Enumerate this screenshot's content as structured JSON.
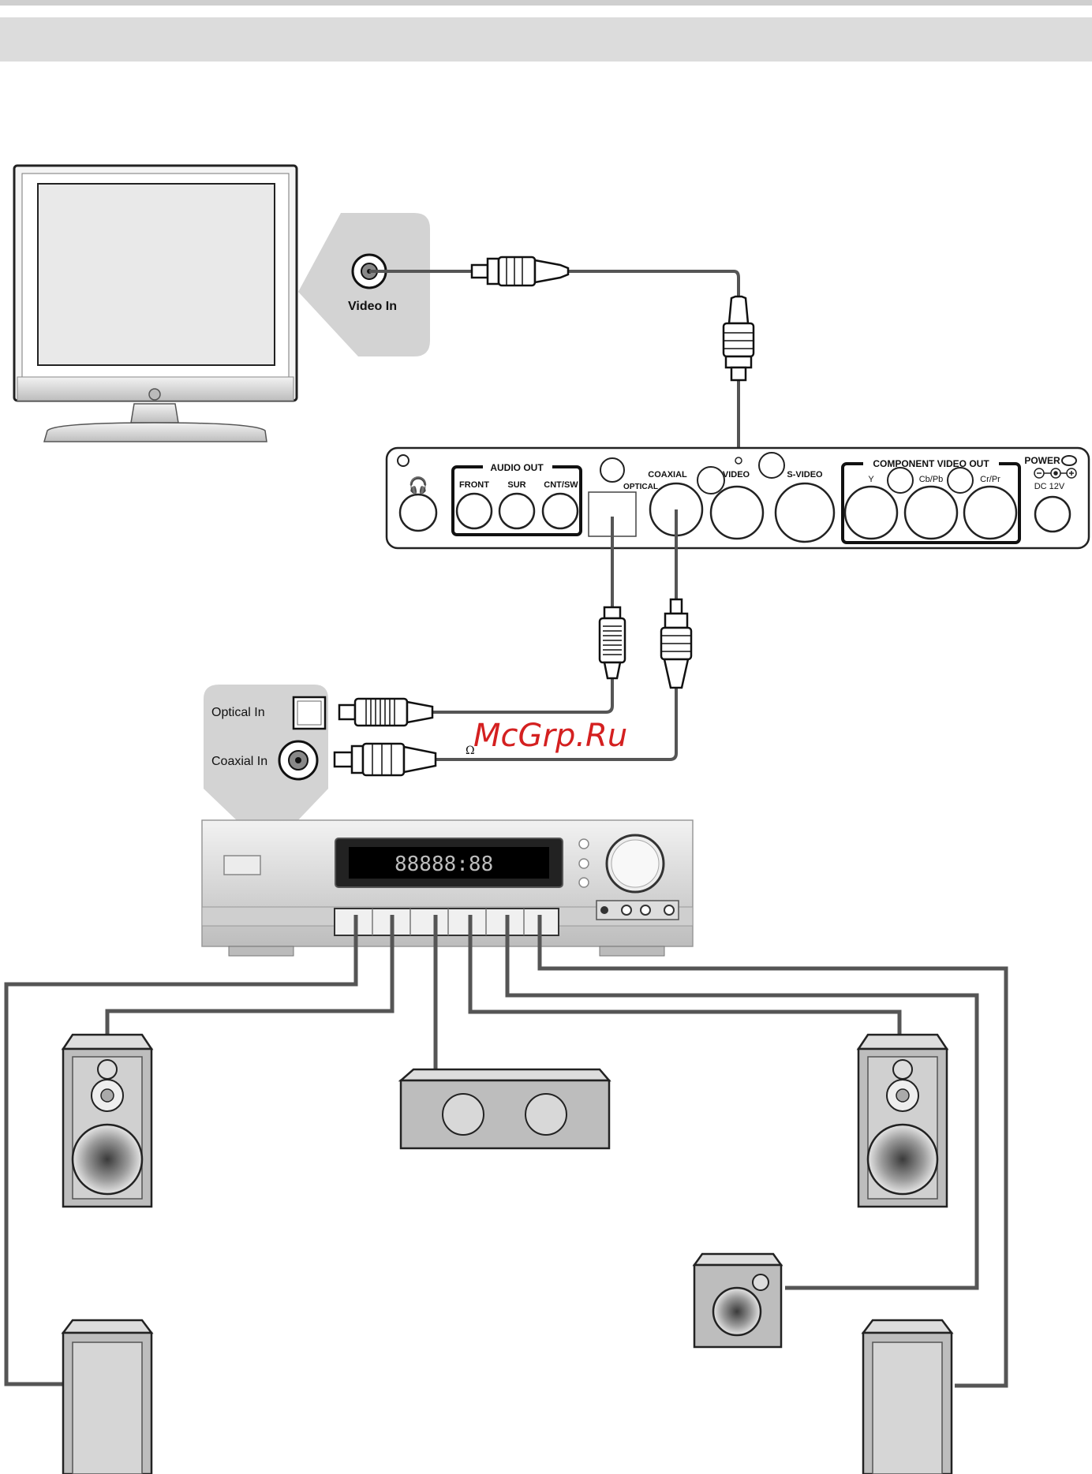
{
  "tv": {
    "video_in_label": "Video In"
  },
  "player": {
    "audio_out": "AUDIO OUT",
    "front": "FRONT",
    "sur": "SUR",
    "cnt_sw": "CNT/SW",
    "optical": "OPTICAL",
    "coaxial": "COAXIAL",
    "video": "VIDEO",
    "s_video": "S-VIDEO",
    "component_video_out": "COMPONENT VIDEO OUT",
    "y": "Y",
    "cb_pb": "Cb/Pb",
    "cr_pr": "Cr/Pr",
    "power": "POWER",
    "dc": "DC 12V"
  },
  "receiver": {
    "optical_in": "Optical In",
    "coaxial_in": "Coaxial In",
    "display_digits": "88888:88"
  },
  "watermark": "McGrp.Ru",
  "colors": {
    "header_bar": "#dcdcdc",
    "watermark": "#d42020",
    "callout": "#d3d3d3"
  }
}
